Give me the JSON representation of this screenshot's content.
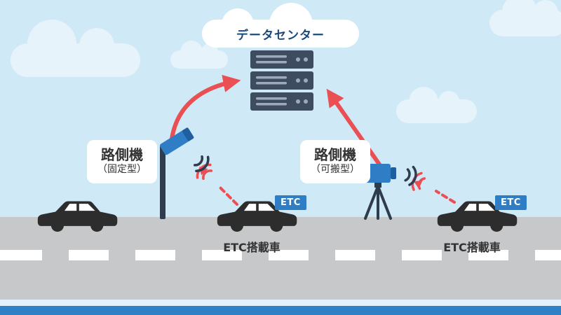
{
  "datacenter": {
    "label": "データセンター"
  },
  "roadside_units": {
    "fixed": {
      "title": "路側機",
      "subtitle": "（固定型）"
    },
    "portable": {
      "title": "路側機",
      "subtitle": "（可搬型）"
    }
  },
  "vehicles": [
    {
      "type": "car",
      "badge": "",
      "label": ""
    },
    {
      "type": "car-etc",
      "badge": "ETC",
      "label": "ETC搭載車"
    },
    {
      "type": "car-etc",
      "badge": "ETC",
      "label": "ETC搭載車"
    }
  ],
  "icons": {
    "server": "server-rack-icon",
    "fixed_unit": "pole-camera-icon",
    "portable_unit": "tripod-camera-icon",
    "car": "car-icon",
    "cloud": "cloud-icon",
    "signal": "radio-waves-icon"
  },
  "colors": {
    "sky": "#cfe9f7",
    "cloud": "#e6f3fb",
    "bubble_bg": "#ffffff",
    "bubble_text": "#1b4a7a",
    "server_body": "#3e4c60",
    "server_detail": "#9fa9ba",
    "arrow_red": "#e94f53",
    "device_blue": "#2f7dc4",
    "device_dark_blue": "#1f5fa0",
    "structure_navy": "#2e3c4e",
    "car_black": "#2d2d2d",
    "road_gray": "#c7c8c9",
    "lane_white": "#ffffff",
    "water_light": "#e2f1fa",
    "water_dark": "#2d81c4",
    "label_text": "#333333",
    "badge_bg": "#2f7dc4",
    "badge_text": "#ffffff"
  }
}
